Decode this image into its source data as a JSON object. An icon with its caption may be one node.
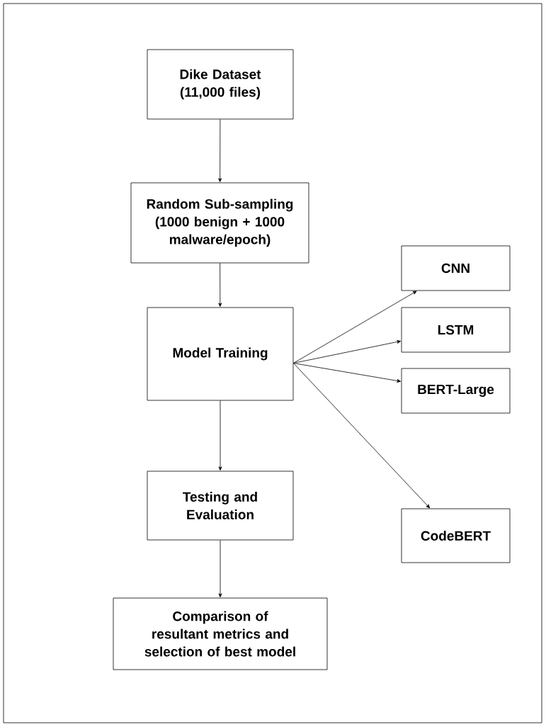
{
  "diagram": {
    "nodes": [
      {
        "text": [
          "Dike Dataset (11,000 files)"
        ]
      },
      {
        "text": [
          "Random Sub-sampling (1000 benign + 1000 malware/epoch)"
        ]
      },
      {
        "text": [
          "Model Training"
        ]
      },
      {
        "text": [
          "Testing and Evaluation"
        ]
      },
      {
        "text": [
          "Comparison of resultant metrics and selection of best model"
        ]
      },
      {
        "text": [
          "CNN"
        ]
      },
      {
        "text": [
          "LSTM"
        ]
      },
      {
        "text": [
          "BERT-Large"
        ]
      },
      {
        "text": [
          "CodeBERT"
        ]
      }
    ],
    "edges": [
      {
        "from": 0,
        "to": 1,
        "arrow": "to"
      },
      {
        "from": 1,
        "to": 2,
        "arrow": "to"
      },
      {
        "from": 2,
        "to": 3,
        "arrow": "to"
      },
      {
        "from": 3,
        "to": 4,
        "arrow": "to"
      },
      {
        "from": 2,
        "to": 5,
        "arrow": "to"
      },
      {
        "from": 2,
        "to": 6,
        "arrow": "to"
      },
      {
        "from": 2,
        "to": 7,
        "arrow": "to"
      },
      {
        "from": 2,
        "to": 8,
        "arrow": "to"
      }
    ]
  }
}
